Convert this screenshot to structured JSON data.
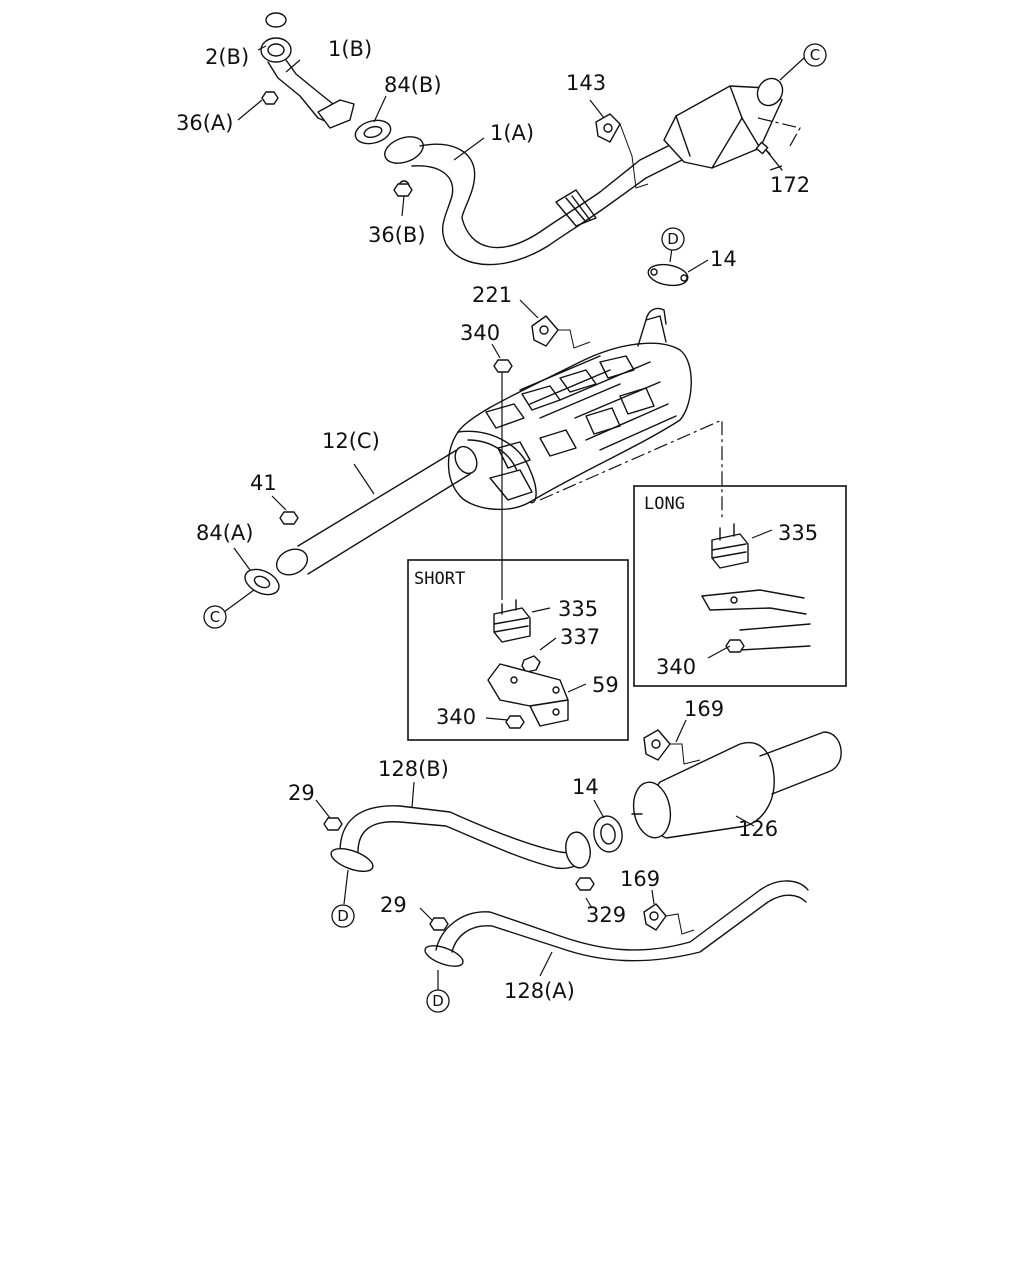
{
  "callouts": {
    "c2b": "2(B)",
    "c1b": "1(B)",
    "c36a": "36(A)",
    "c84b": "84(B)",
    "c1a": "1(A)",
    "c36b": "36(B)",
    "c143": "143",
    "c172": "172",
    "c14_top": "14",
    "c221": "221",
    "c340_top": "340",
    "c12c": "12(C)",
    "c41": "41",
    "c84a": "84(A)",
    "c335_short": "335",
    "c337": "337",
    "c59": "59",
    "c340_short": "340",
    "c335_long": "335",
    "c340_long": "340",
    "c169_upper": "169",
    "c14_lower": "14",
    "c126": "126",
    "c128b": "128(B)",
    "c29_upper": "29",
    "c329": "329",
    "c169_lower": "169",
    "c29_lower": "29",
    "c128a": "128(A)"
  },
  "refs": {
    "c_top": "C",
    "c_left": "C",
    "d_top": "D",
    "d_mid": "D",
    "d_low": "D"
  },
  "boxes": {
    "short": "SHORT",
    "long": "LONG"
  }
}
